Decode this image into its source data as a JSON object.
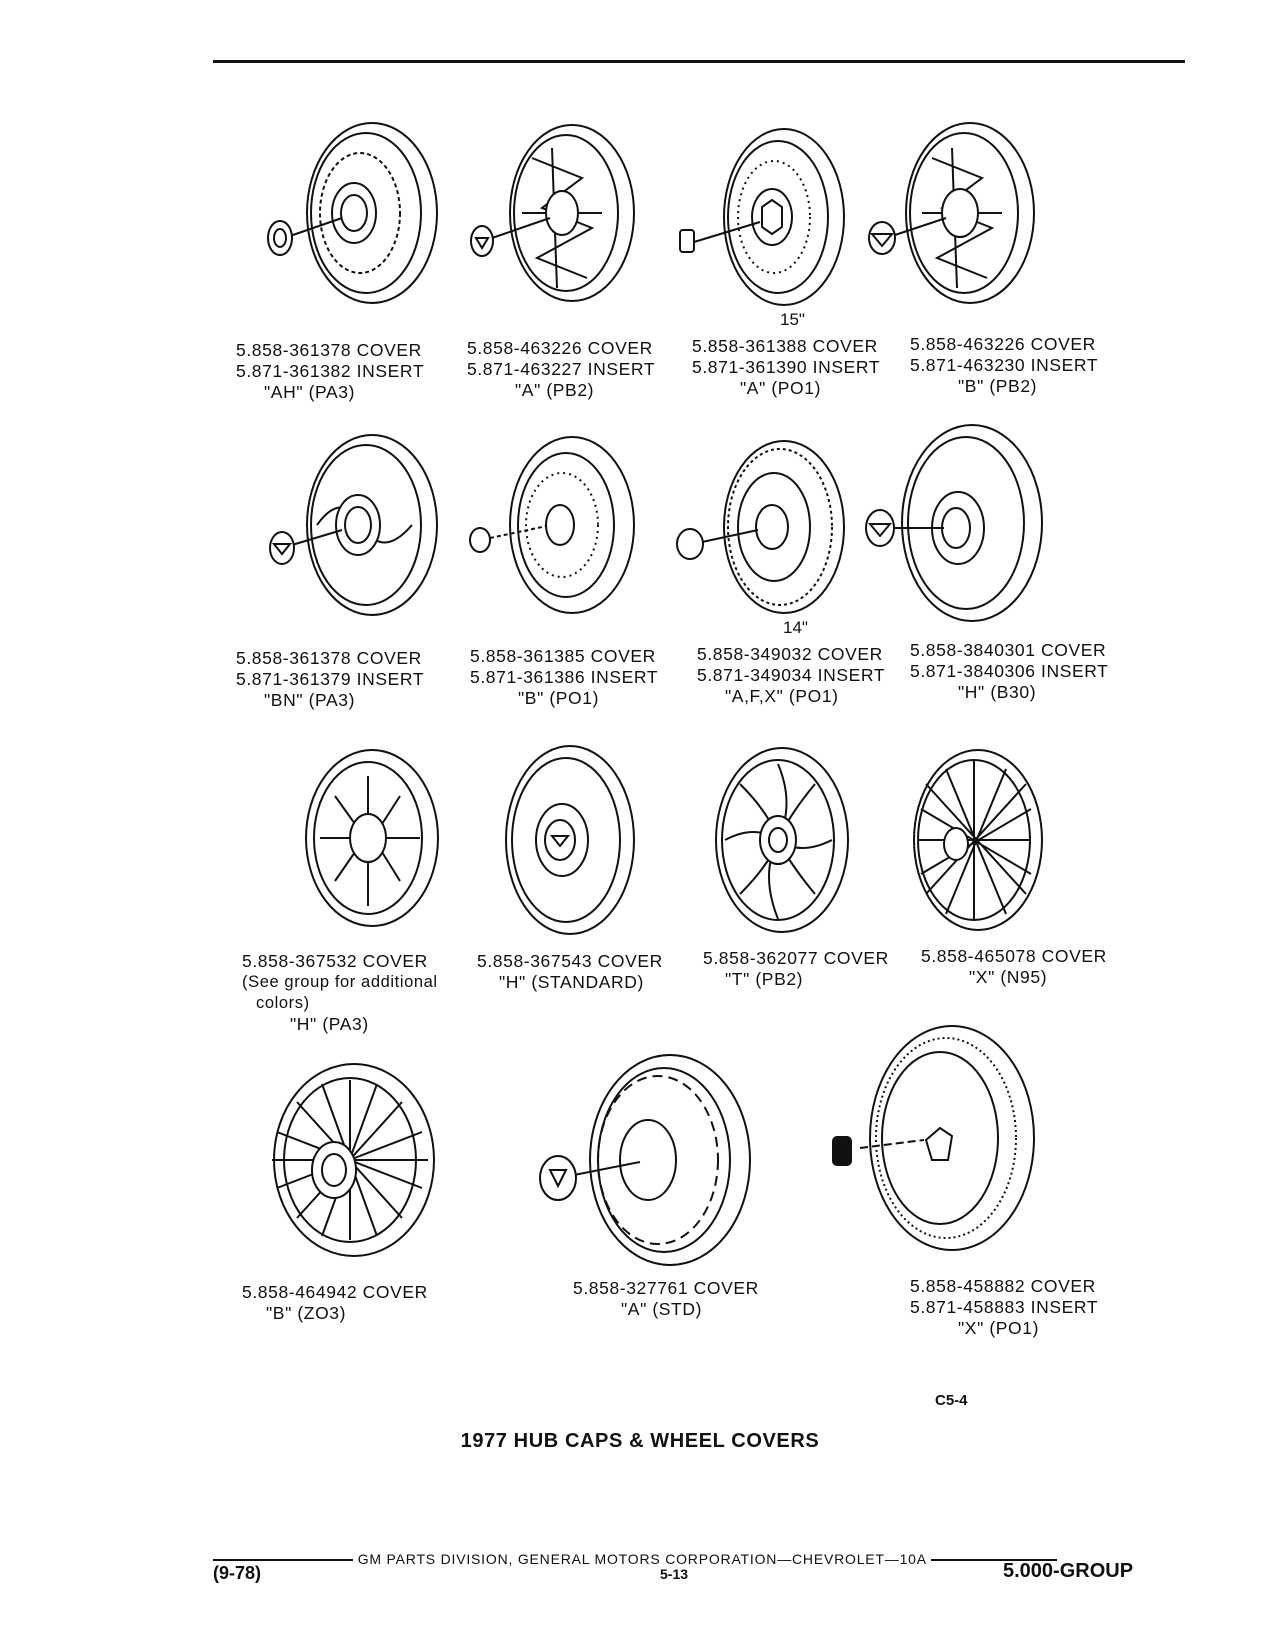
{
  "page": {
    "figure_code": "C5-4",
    "title": "1977 HUB CAPS & WHEEL COVERS",
    "footer": {
      "line": "GM PARTS DIVISION, GENERAL MOTORS CORPORATION—CHEVROLET—10A",
      "left": "(9-78)",
      "center": "5-13",
      "right": "5.000-GROUP"
    }
  },
  "size_labels": {
    "fifteen": "15\"",
    "fourteen": "14\""
  },
  "items": [
    {
      "lines": [
        "5.858-361378 COVER",
        "5.871-361382 INSERT",
        "\"AH\" (PA3)"
      ]
    },
    {
      "lines": [
        "5.858-463226 COVER",
        "5.871-463227 INSERT",
        "\"A\" (PB2)"
      ]
    },
    {
      "lines": [
        "5.858-361388 COVER",
        "5.871-361390 INSERT",
        "\"A\" (PO1)"
      ]
    },
    {
      "lines": [
        "5.858-463226 COVER",
        "5.871-463230 INSERT",
        "\"B\" (PB2)"
      ]
    },
    {
      "lines": [
        "5.858-361378 COVER",
        "5.871-361379 INSERT",
        "\"BN\" (PA3)"
      ]
    },
    {
      "lines": [
        "5.858-361385 COVER",
        "5.871-361386 INSERT",
        "\"B\" (PO1)"
      ]
    },
    {
      "lines": [
        "5.858-349032 COVER",
        "5.871-349034 INSERT",
        "\"A,F,X\" (PO1)"
      ]
    },
    {
      "lines": [
        "5.858-3840301 COVER",
        "5.871-3840306 INSERT",
        "\"H\" (B30)"
      ]
    },
    {
      "lines": [
        "5.858-367532 COVER",
        "(See group for additional",
        "colors)",
        "\"H\" (PA3)"
      ]
    },
    {
      "lines": [
        "5.858-367543 COVER",
        "\"H\" (STANDARD)"
      ]
    },
    {
      "lines": [
        "5.858-362077 COVER",
        "\"T\"  (PB2)"
      ]
    },
    {
      "lines": [
        "5.858-465078 COVER",
        "\"X\" (N95)"
      ]
    },
    {
      "lines": [
        "5.858-464942 COVER",
        "\"B\" (ZO3)"
      ]
    },
    {
      "lines": [
        "5.858-327761 COVER",
        "\"A\" (STD)"
      ]
    },
    {
      "lines": [
        "5.858-458882 COVER",
        "5.871-458883 INSERT",
        "\"X\" (PO1)"
      ]
    }
  ]
}
